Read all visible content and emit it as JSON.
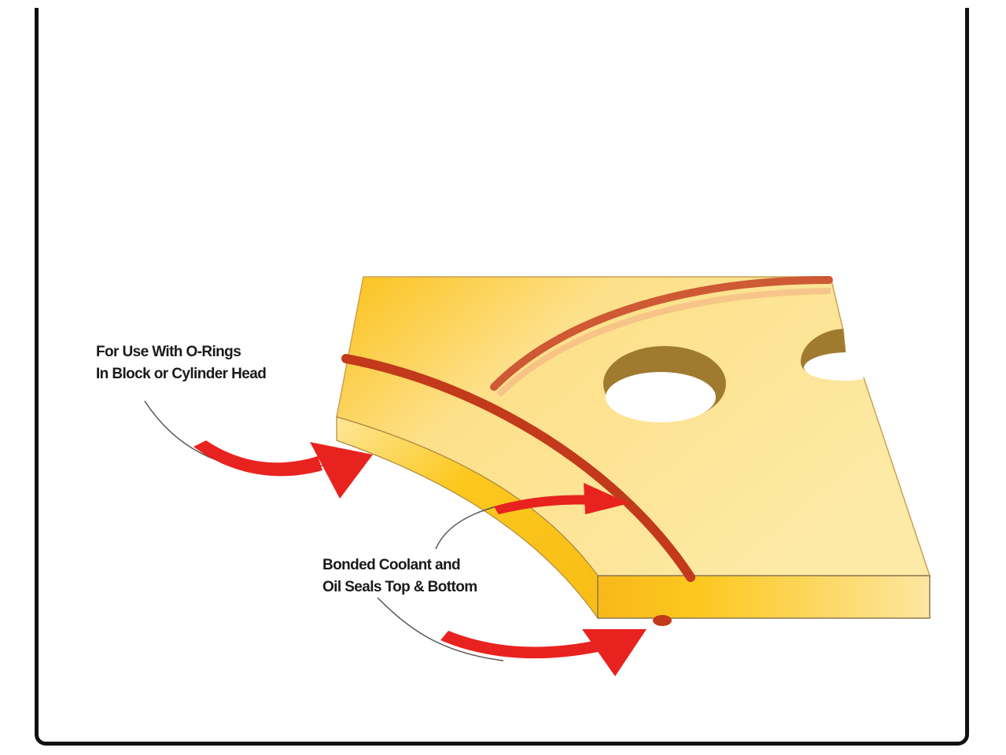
{
  "diagram": {
    "subject": "Cylinder head gasket cut-away section",
    "colors": {
      "gasket_top_light": "#fde79a",
      "gasket_top_dark": "#fcc21a",
      "gasket_edge": "#f9c21c",
      "seal_bead": "#c2391b",
      "hole_wall": "#a07a2e",
      "arrow": "#e8231f",
      "frame_border": "#111111",
      "text": "#1a1a1a"
    },
    "labels": {
      "orings": {
        "line1": "For Use With O-Rings",
        "line2": "In Block or Cylinder Head"
      },
      "seals": {
        "line1": "Bonded Coolant and",
        "line2": "Oil Seals Top & Bottom"
      }
    },
    "features": [
      "gasket-body",
      "o-ring-groove-edge",
      "bonded-seal-bead-primary",
      "bonded-seal-bead-secondary",
      "bolt-hole",
      "edge-notch"
    ],
    "arrows": [
      {
        "from": "orings-label",
        "to": "gasket-inner-edge"
      },
      {
        "from": "seals-label",
        "to": "seal-bead-top"
      },
      {
        "from": "seals-label",
        "to": "seal-bead-bottom"
      }
    ]
  }
}
